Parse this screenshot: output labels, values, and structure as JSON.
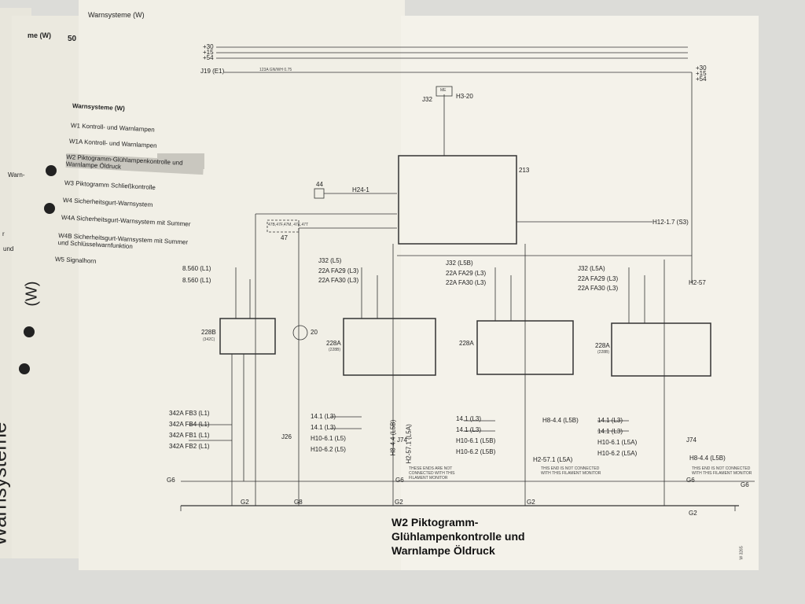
{
  "left_edge": {
    "header": "me (W)",
    "page_number": "50",
    "side_title": "Warnsysteme",
    "side_w": "(W)",
    "frag_warn": "Warn-",
    "frag_und": "und",
    "frag_r": "r"
  },
  "header": {
    "title": "Warnsysteme (W)"
  },
  "toc": {
    "heading": "Warnsysteme (W)",
    "items": [
      "W1 Kontroll- und Warnlampen",
      "W1A Kontroll- und Warnlampen",
      "W2 Piktogramm-Glühlampenkontrolle und Warnlampe Öldruck",
      "W3 Piktogramm Schließkontrolle",
      "W4 Sicherheitsgurt-Warnsystem",
      "W4A Sicherheitsgurt-Warnsystem mit Summer",
      "W4B Sicherheitsgurt-Warnsystem mit Summer und Schlüsselwarnfunktion",
      "W5 Signalhorn"
    ],
    "highlight_index": 2
  },
  "diagram": {
    "rails_left": [
      "+30",
      "+15",
      "+54"
    ],
    "rails_right": [
      "+30",
      "+15",
      "+54"
    ],
    "j19": "J19 (E1)",
    "j19_wire": "123A GN/WH 0.75",
    "me": "ME",
    "j32": "J32",
    "h3": "H3-20",
    "c213": "213",
    "c44": "44",
    "h24": "H24-1",
    "c47": "47",
    "c47_pins": "47B,47F,47M, 47K,47T",
    "h12": "H12-1.7 (S3)",
    "h2_57": "H2-57",
    "l8a": "8.560 (L1)",
    "l8b": "8.560 (L1)",
    "c228b": "228B",
    "c228b_sub": "(342C)",
    "c20": "20",
    "j32a": "J32 (L5)",
    "j32b": "J32 (L5B)",
    "j32c": "J32 (L5A)",
    "a22a": "22A FA29 (L3)",
    "a22b": "22A FA30 (L3)",
    "b22a": "22A FA29 (L3)",
    "b22b": "22A FA30 (L3)",
    "c22a": "22A FA29 (L3)",
    "c22b": "22A FA30 (L3)",
    "m228a1": "228A",
    "m228a1s": "(228B)",
    "m228a2": "228A",
    "m228a3": "228A",
    "m228a3s": "(228B)",
    "s342": [
      "342A FB3 (L1)",
      "342A FB4 (L1)",
      "342A FB1 (L1)",
      "342A FB2 (L1)"
    ],
    "j26": "J26",
    "j74a": "J74",
    "j74b": "J74",
    "a14a": "14.1 (L3)",
    "a14b": "14.1 (L3)",
    "ah10a": "H10-6.1 (L5)",
    "ah10b": "H10-6.2 (L5)",
    "b14a": "14.1 (L3)",
    "b14b": "14.1 (L3)",
    "bh10a": "H10-6.1 (L5B)",
    "bh10b": "H10-6.2 (L5B)",
    "c14a": "14.1 (L3)",
    "c14b": "14.1 (L3)",
    "ch10a": "H10-6.1 (L5A)",
    "ch10b": "H10-6.2 (L5A)",
    "h8a": "H8-4.4 (L5B)",
    "h2a": "H2-57.1 (L5A)",
    "h8b": "H8-4.4 (L5B)",
    "h8c": "H8-4.4 (L5B)",
    "h2b": "H2-57.1 (L5A)",
    "note1": "THESE ENDS ARE NOT CONNECTED WITH THIS FILAMENT MONITOR",
    "note2": "THIS END IS NOT CONNECTED WITH THIS FILAMENT MONITOR",
    "note3": "THIS END IS NOT CONNECTED WITH THIS FILAMENT MONITOR",
    "g6l": "G6",
    "g6m": "G6",
    "g6r": "G6",
    "g6rr": "G6",
    "g2a": "G2",
    "g8": "G8",
    "g2b": "G2",
    "g2c": "G2",
    "g2d": "G2"
  },
  "page_title": [
    "W2 Piktogramm-",
    "Glühlampenkontrolle und",
    "Warnlampe Öldruck"
  ],
  "footer_code": "W 3265"
}
